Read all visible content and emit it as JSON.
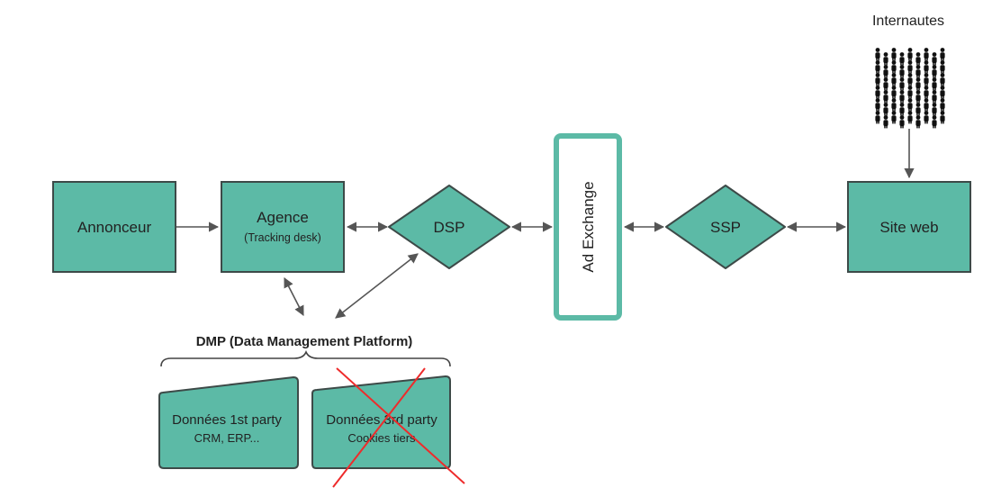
{
  "colors": {
    "node_fill": "#5cbaa6",
    "node_stroke": "#3d4a48",
    "exchange_border": "#5cbaa6",
    "connector": "#555555",
    "strike": "#ee2b2b"
  },
  "internautes": {
    "label": "Internautes",
    "icon": "crowd-icon"
  },
  "nodes": {
    "annonceur": {
      "label": "Annonceur"
    },
    "agence": {
      "label": "Agence",
      "sublabel": "(Tracking desk)"
    },
    "dsp": {
      "label": "DSP"
    },
    "ad_exchange": {
      "label": "Ad Exchange"
    },
    "ssp": {
      "label": "SSP"
    },
    "site_web": {
      "label": "Site web"
    }
  },
  "dmp": {
    "title": "DMP (Data Management Platform)",
    "first_party": {
      "label": "Données 1st party",
      "sublabel": "CRM, ERP..."
    },
    "third_party": {
      "label": "Données 3rd party",
      "sublabel": "Cookies tiers",
      "crossed_out": true
    }
  }
}
